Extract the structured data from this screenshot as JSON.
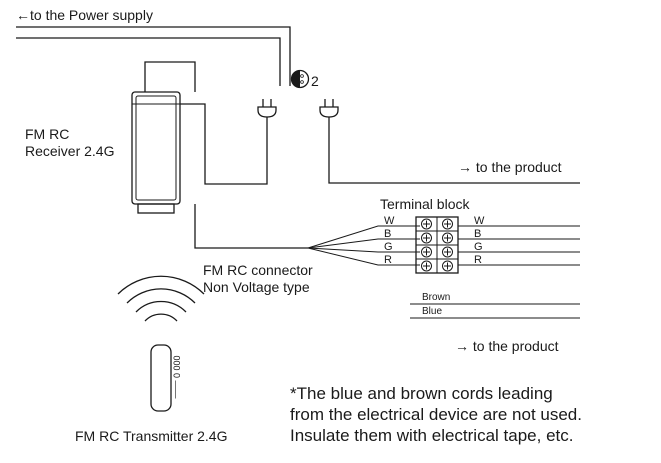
{
  "labels": {
    "power_supply": "←to the Power supply",
    "outlet_count": "2",
    "receiver_line1": "FM RC",
    "receiver_line2": "Receiver 2.4G",
    "product_top": "→ to the product",
    "terminal_block": "Terminal block",
    "connector_line1": "FM RC connector",
    "connector_line2": "Non Voltage type",
    "product_bottom": "→ to the product",
    "transmitter": "FM RC Transmitter 2.4G",
    "transmitter_markings": "000 0 ——",
    "brown": "Brown",
    "blue": "Blue"
  },
  "terminals": {
    "left": [
      "W",
      "B",
      "G",
      "R"
    ],
    "right": [
      "W",
      "B",
      "G",
      "R"
    ]
  },
  "note": [
    "*The blue and brown cords leading",
    "from the electrical device are not used.",
    "Insulate them with electrical tape, etc."
  ]
}
